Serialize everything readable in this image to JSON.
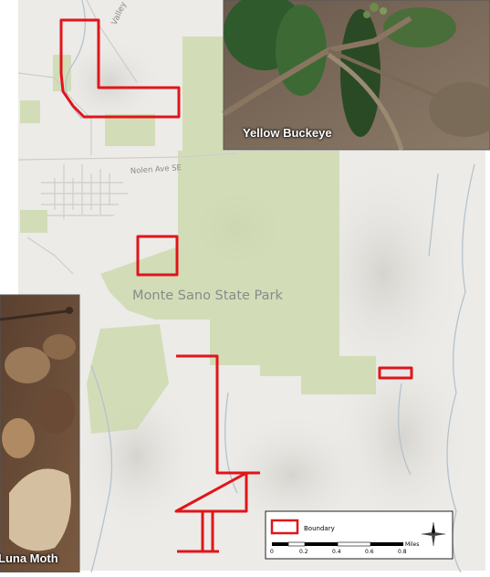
{
  "map": {
    "labels": {
      "road_top": "Valley",
      "road_mid": "Nolen Ave SE",
      "park": "Monte Sano State Park"
    }
  },
  "photos": {
    "buckeye": "Yellow Buckeye",
    "moth": "Luna Moth"
  },
  "legend": {
    "item_label": "Boundary",
    "scale_ticks": [
      "0",
      "0.2",
      "0.4",
      "0.6",
      "0.8"
    ],
    "units": "Miles"
  },
  "colors": {
    "boundary": "#e0151b",
    "park_fill": "#c9d8a8",
    "basemap": "#ecebe7"
  }
}
